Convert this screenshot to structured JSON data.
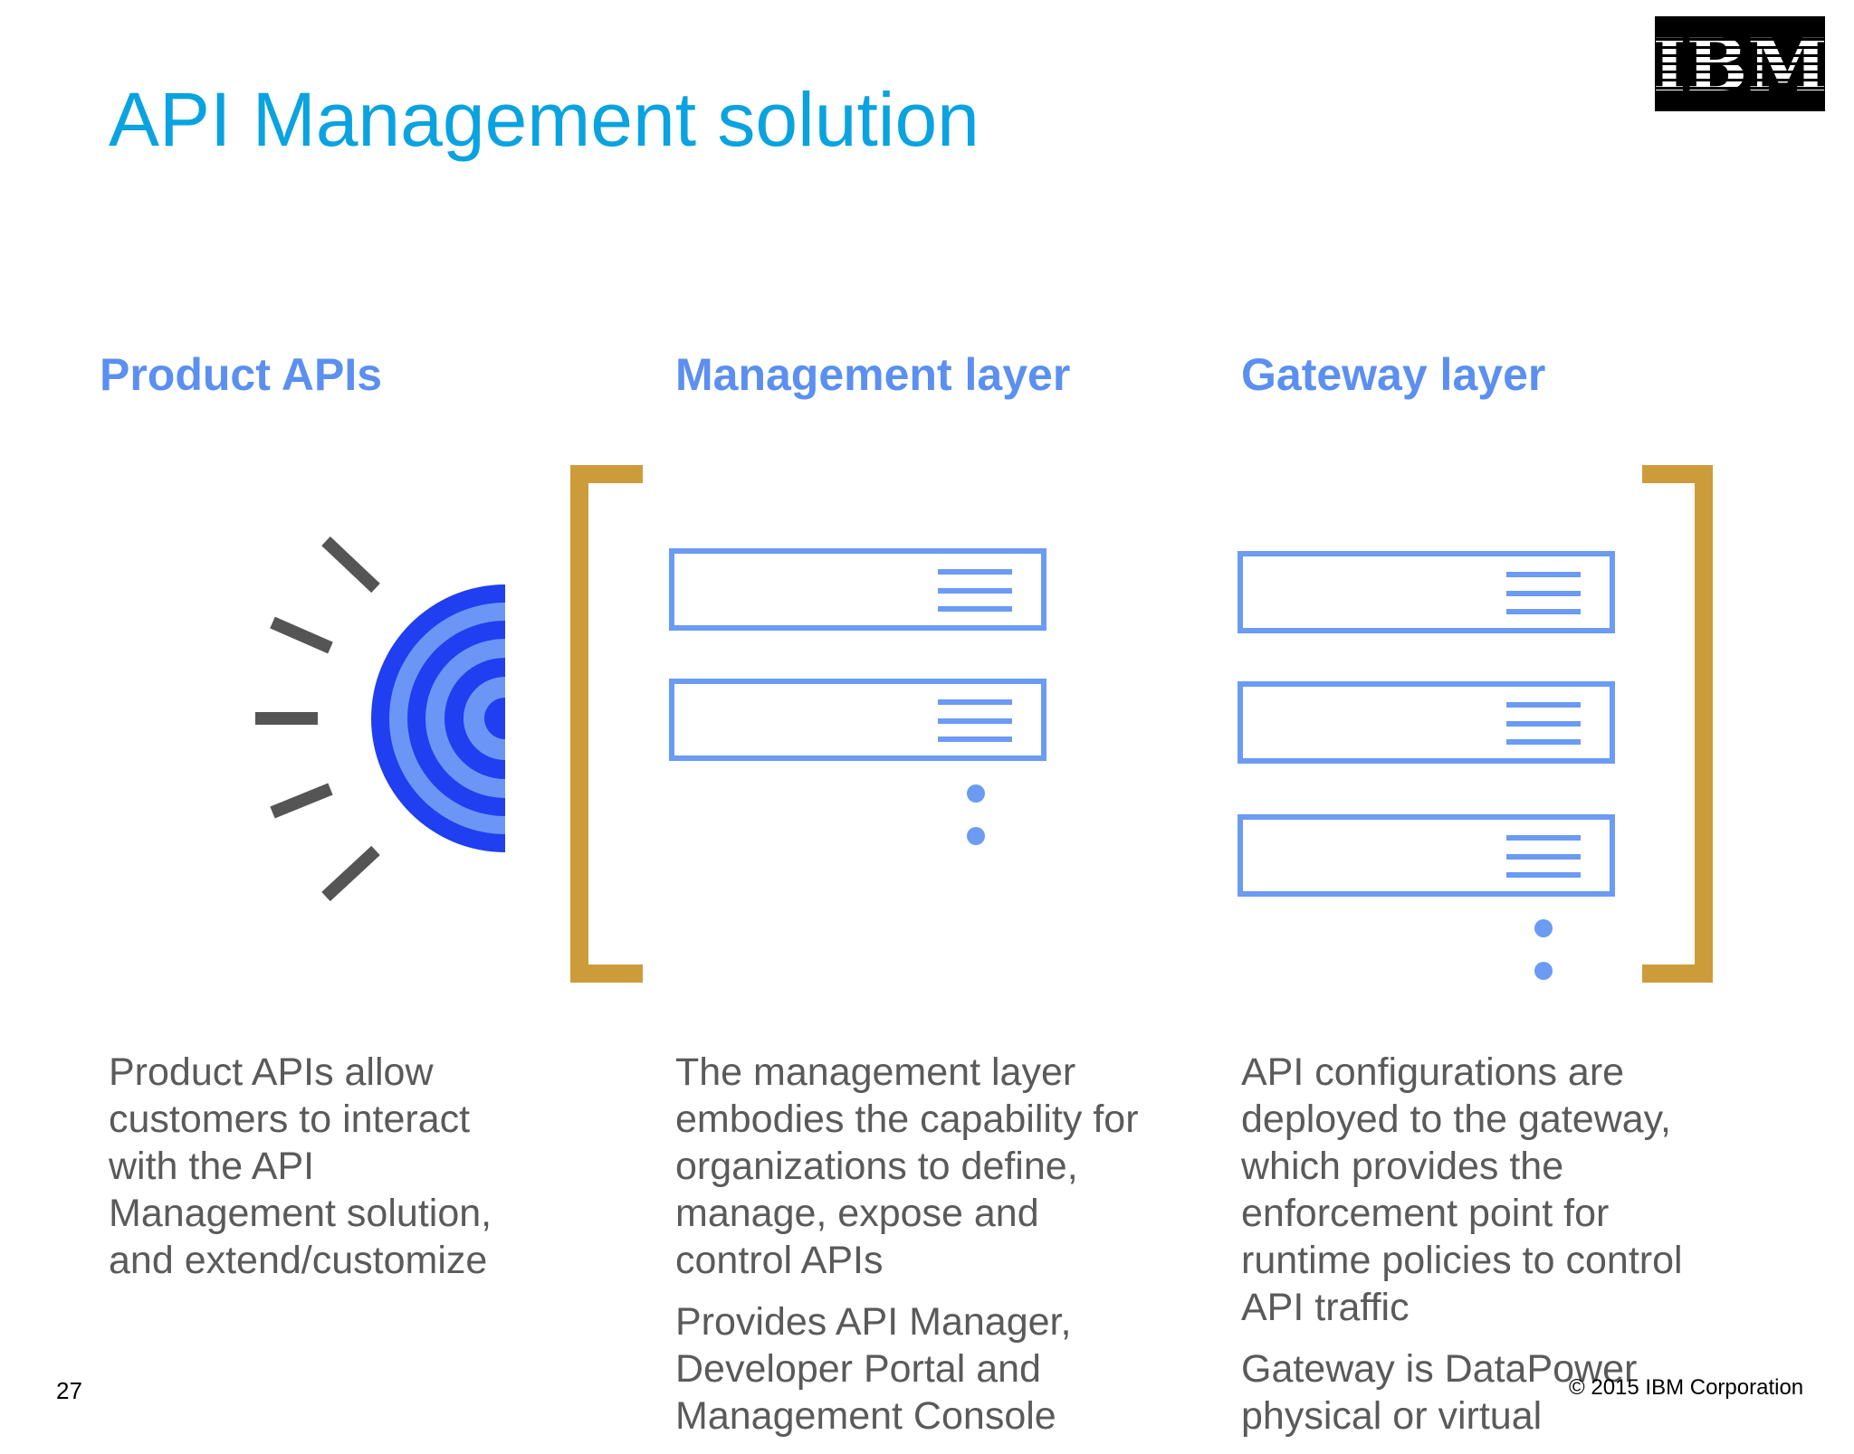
{
  "slide": {
    "title": "API Management solution",
    "page_number": "27",
    "copyright": "© 2015 IBM Corporation",
    "logo_text": "IBM"
  },
  "columns": [
    {
      "heading": "Product APIs",
      "paragraphs": [
        [
          "Product APIs allow",
          "customers to interact",
          "with the API",
          "Management solution,",
          "and extend/customize"
        ]
      ]
    },
    {
      "heading": "Management layer",
      "paragraphs": [
        [
          "The management layer",
          "embodies the capability for",
          "organizations to define,",
          "manage, expose and",
          "control APIs"
        ],
        [
          "Provides API Manager,",
          "Developer Portal and",
          "Management Console"
        ]
      ]
    },
    {
      "heading": "Gateway layer",
      "paragraphs": [
        [
          "API configurations are",
          "deployed to the gateway,",
          "which provides the",
          "enforcement point for",
          "runtime policies to control",
          "API traffic"
        ],
        [
          "Gateway is DataPower",
          "physical or virtual"
        ]
      ]
    }
  ],
  "colors": {
    "title": "#0aa3df",
    "heading": "#5b8ff0",
    "body_text": "#5a5a5a",
    "bracket": "#cd9c3a",
    "server_outline": "#6b9bf2",
    "target_dark": "#1f3ff0",
    "target_light": "#6b96f5",
    "rays": "#555555"
  },
  "icons": {
    "product": "broadcast-target-icon",
    "server": "server-rack-icon",
    "more": "vertical-ellipsis-icon"
  }
}
